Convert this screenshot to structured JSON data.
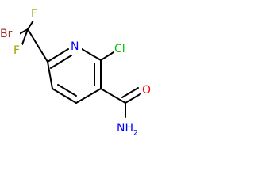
{
  "molecule": {
    "atoms": {
      "bromine": "Br",
      "fluorine_upper": "F",
      "fluorine_lower": "F",
      "ring_nitrogen": "N",
      "chlorine": "Cl",
      "carbonyl_oxygen": "O",
      "amide_nitrogen": "NH",
      "amide_hydrogen_count": "2"
    },
    "colors": {
      "bond": "#000000",
      "Br": "#a52a2a",
      "F": "#a0a000",
      "N": "#0000ff",
      "Cl": "#00c000",
      "O": "#ff0000"
    }
  }
}
